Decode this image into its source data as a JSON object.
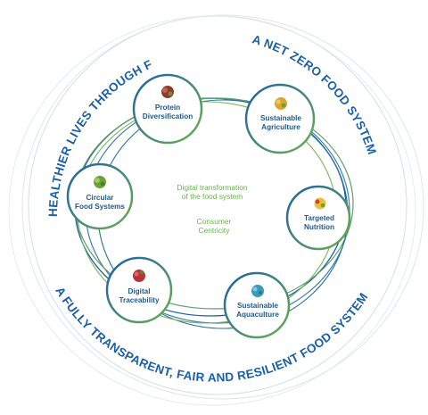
{
  "outer_ring": {
    "top_left": "HEALTHIER LIVES THROUGH FOOD",
    "top_right": "A NET ZERO FOOD SYSTEM",
    "bottom": "A FULLY TRANSPARENT, FAIR AND RESILIENT FOOD SYSTEM"
  },
  "center": {
    "line1": "Digital transformation",
    "line2": "of the food system",
    "line3": "Consumer",
    "line4": "Centricity"
  },
  "nodes": [
    {
      "id": "protein",
      "line1": "Protein",
      "line2": "Diversification",
      "icon": "meat-icon"
    },
    {
      "id": "agriculture",
      "line1": "Sustainable",
      "line2": "Agriculture",
      "icon": "crops-icon"
    },
    {
      "id": "nutrition",
      "line1": "Targeted",
      "line2": "Nutrition",
      "icon": "fruit-icon"
    },
    {
      "id": "aquaculture",
      "line1": "Sustainable",
      "line2": "Aquaculture",
      "icon": "water-icon"
    },
    {
      "id": "traceability",
      "line1": "Digital",
      "line2": "Traceability",
      "icon": "berry-icon"
    },
    {
      "id": "circular",
      "line1": "Circular",
      "line2": "Food Systems",
      "icon": "cabbage-icon"
    }
  ],
  "colors": {
    "blue": "#1b5fa8",
    "dark_blue": "#1f5a8a",
    "green": "#6ab04c",
    "ring_light": "#c9d7e4"
  }
}
